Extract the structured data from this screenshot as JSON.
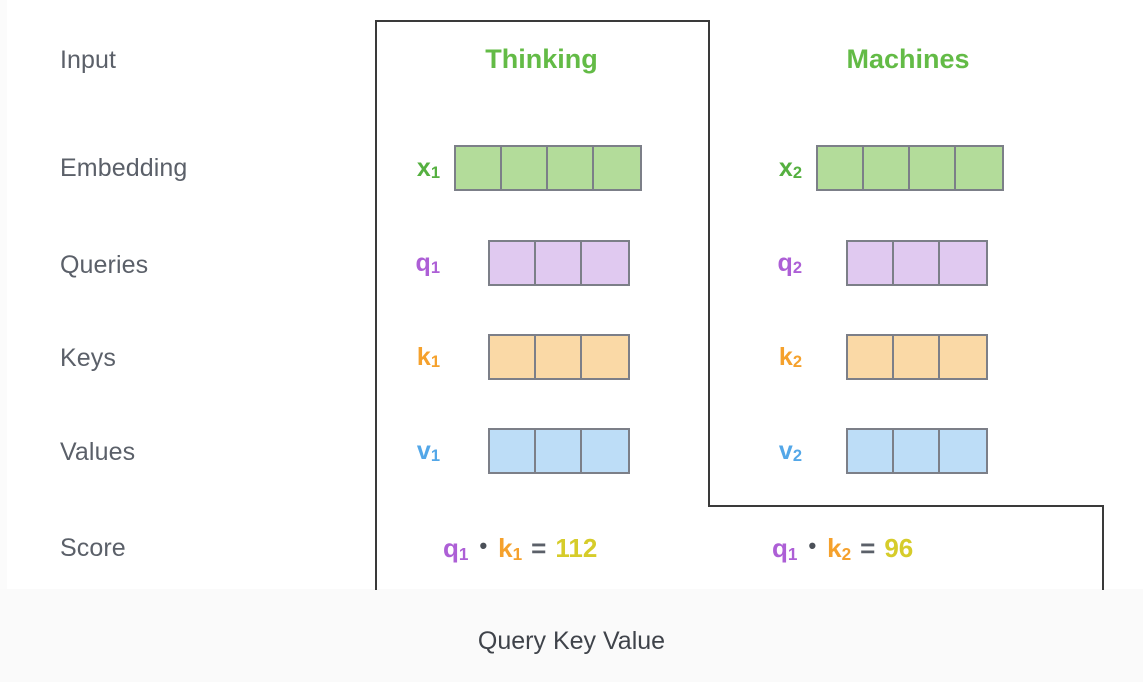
{
  "figure": {
    "caption": "Query Key Value",
    "background": "#ffffff",
    "footer_background": "#fafafa",
    "frame_color": "#3a3a3a"
  },
  "palette": {
    "label_text": "#5b6069",
    "header_green": "#63bb46",
    "x_label": "#55b040",
    "q_label": "#ad5fd6",
    "k_label": "#f5a12c",
    "v_label": "#53a7e8",
    "score_value": "#d6cc2a",
    "equals": "#5b6069",
    "dot": "#4b5058",
    "cell_border": "#7c7f88",
    "cell_green": "#b3dc9a",
    "cell_purple": "#e0c9f0",
    "cell_orange": "#fad9a6",
    "cell_blue": "#bdddf7"
  },
  "row_labels": [
    {
      "id": "input",
      "text": "Input"
    },
    {
      "id": "embedding",
      "text": "Embedding"
    },
    {
      "id": "queries",
      "text": "Queries"
    },
    {
      "id": "keys",
      "text": "Keys"
    },
    {
      "id": "values",
      "text": "Values"
    },
    {
      "id": "score",
      "text": "Score"
    }
  ],
  "columns": [
    {
      "id": "thinking",
      "header": "Thinking",
      "embedding": {
        "tag": "x",
        "index": "1",
        "cells": 4,
        "color": "#b3dc9a",
        "tag_color": "#55b040"
      },
      "query": {
        "tag": "q",
        "index": "1",
        "cells": 3,
        "color": "#e0c9f0",
        "tag_color": "#ad5fd6"
      },
      "key": {
        "tag": "k",
        "index": "1",
        "cells": 3,
        "color": "#fad9a6",
        "tag_color": "#f5a12c"
      },
      "value": {
        "tag": "v",
        "index": "1",
        "cells": 3,
        "color": "#bdddf7",
        "tag_color": "#53a7e8"
      },
      "score": {
        "left_tag": "q",
        "left_index": "1",
        "operator": "•",
        "right_tag": "k",
        "right_index": "1",
        "equals": "=",
        "result": "112"
      }
    },
    {
      "id": "machines",
      "header": "Machines",
      "embedding": {
        "tag": "x",
        "index": "2",
        "cells": 4,
        "color": "#b3dc9a",
        "tag_color": "#55b040"
      },
      "query": {
        "tag": "q",
        "index": "2",
        "cells": 3,
        "color": "#e0c9f0",
        "tag_color": "#ad5fd6"
      },
      "key": {
        "tag": "k",
        "index": "2",
        "cells": 3,
        "color": "#fad9a6",
        "tag_color": "#f5a12c"
      },
      "value": {
        "tag": "v",
        "index": "2",
        "cells": 3,
        "color": "#bdddf7",
        "tag_color": "#53a7e8"
      },
      "score": {
        "left_tag": "q",
        "left_index": "1",
        "operator": "•",
        "right_tag": "k",
        "right_index": "2",
        "equals": "=",
        "result": "96"
      }
    }
  ]
}
